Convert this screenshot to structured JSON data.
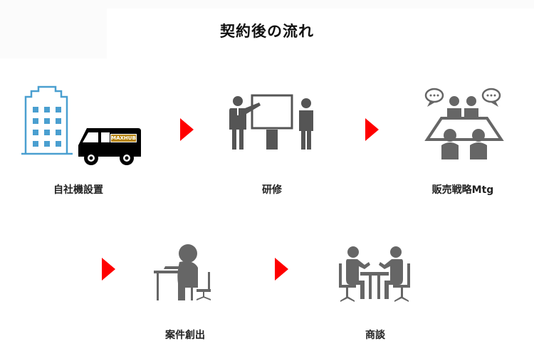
{
  "title": "契約後の流れ",
  "colors": {
    "arrow": "#ff0000",
    "icon_gray": "#555555",
    "building_blue": "#4a9fd0",
    "van_black": "#000000",
    "brand_badge": "#b8860b"
  },
  "steps": [
    {
      "label": "自社機設置",
      "icon": "building-and-van-icon",
      "badge": "MAXHUB"
    },
    {
      "label": "研修",
      "icon": "presentation-training-icon"
    },
    {
      "label": "販売戦略Mtg",
      "icon": "meeting-table-icon"
    },
    {
      "label": "案件創出",
      "icon": "phone-desk-worker-icon"
    },
    {
      "label": "商談",
      "icon": "business-talk-icon"
    }
  ],
  "arrows": [
    "arrow-right",
    "arrow-right",
    "arrow-right",
    "arrow-right"
  ]
}
